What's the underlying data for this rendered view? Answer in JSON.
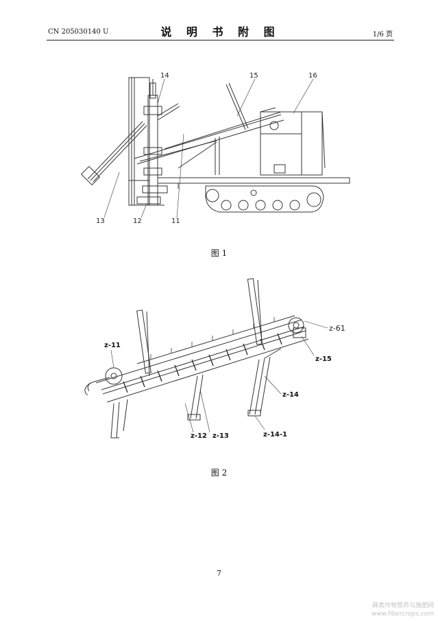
{
  "header": {
    "patent_no": "CN 205030140 U",
    "title": "说 明 书 附 图",
    "page_of": "1/6 页"
  },
  "figure1": {
    "caption": "图 1",
    "labels": [
      "14",
      "15",
      "16",
      "13",
      "12",
      "11"
    ]
  },
  "figure2": {
    "caption": "图 2",
    "labels": [
      "z-11",
      "z-61",
      "z-15",
      "z-14",
      "z-12",
      "z-13",
      "z-14-1"
    ]
  },
  "footer": {
    "page_number": "7"
  },
  "watermark": {
    "line1": "麻类作物营养与施肥网",
    "line2": "www.fibercrops.com"
  }
}
